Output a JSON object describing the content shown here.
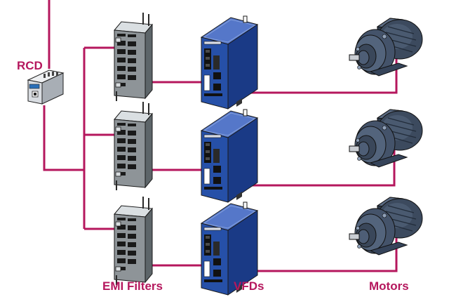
{
  "labels": {
    "rcd": "RCD",
    "emi_filters": "EMI Filters",
    "vfds": "VFDs",
    "motors": "Motors"
  },
  "colors": {
    "wire": "#b5175d",
    "label": "#b5175d",
    "filter_body": "#8e9498",
    "vfd_body": "#1f4aa0",
    "motor_body": "#4a5a70",
    "rcd_body": "#d9dde2"
  },
  "rows": [
    {
      "filter": "emi-filter-1",
      "vfd": "vfd-1",
      "motor": "motor-1"
    },
    {
      "filter": "emi-filter-2",
      "vfd": "vfd-2",
      "motor": "motor-2"
    },
    {
      "filter": "emi-filter-3",
      "vfd": "vfd-3",
      "motor": "motor-3"
    }
  ]
}
